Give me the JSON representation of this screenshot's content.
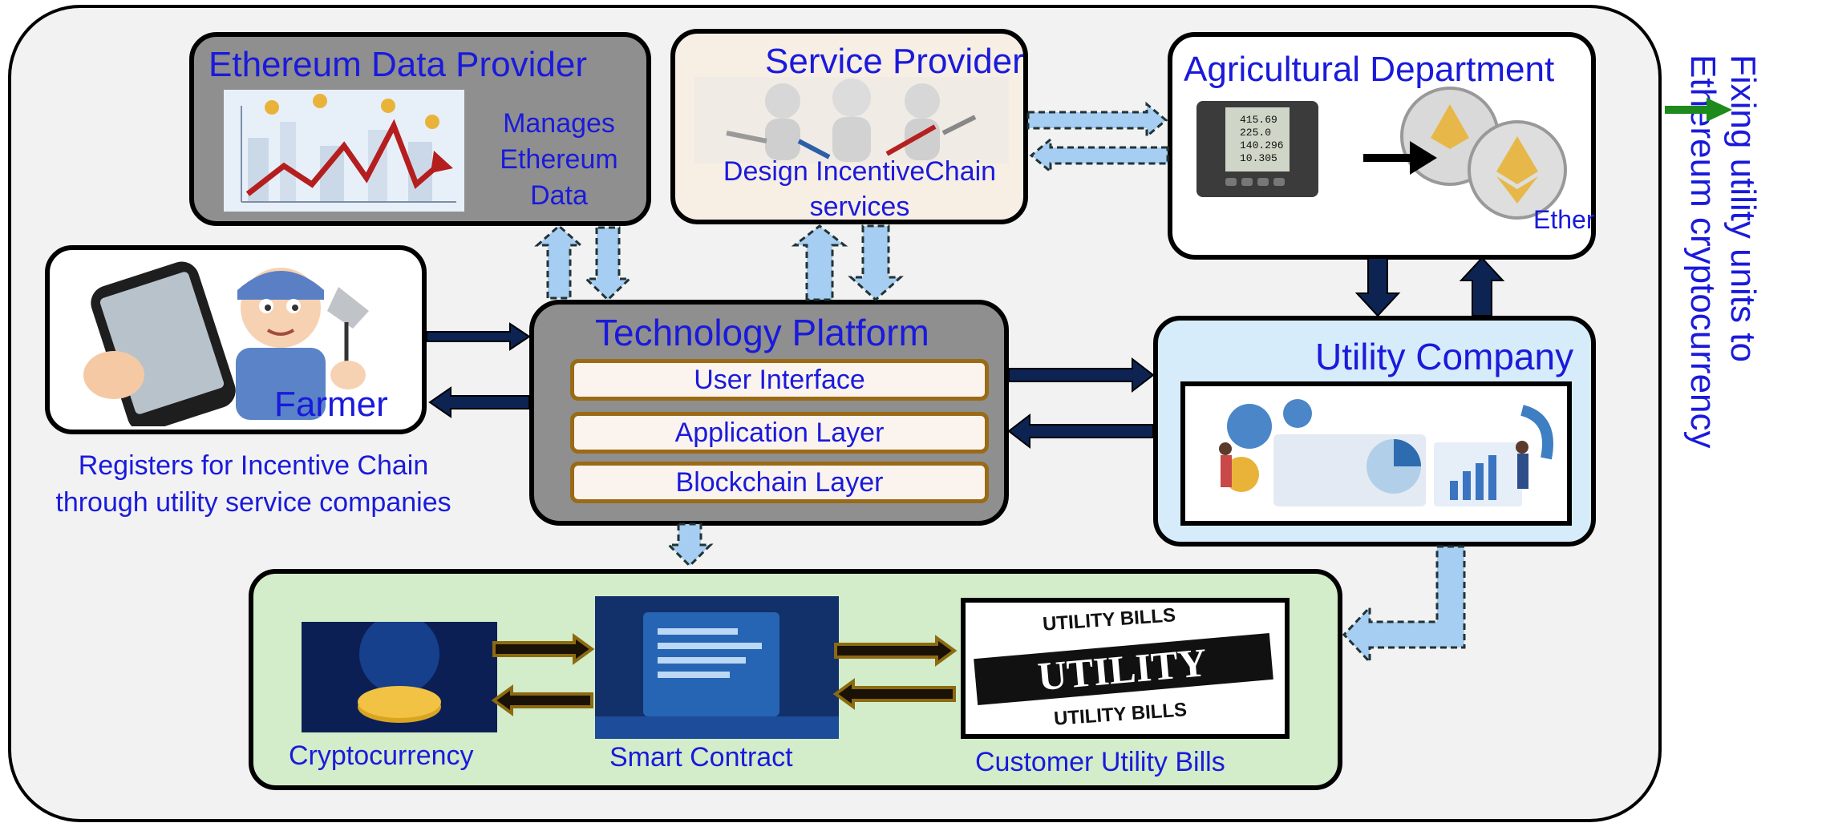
{
  "ethereum_data_provider": {
    "title": "Ethereum Data Provider",
    "description": "Manages\nEthereum\nData"
  },
  "service_provider": {
    "title": "Service Provider",
    "description": "Design IncentiveChain\nservices"
  },
  "agricultural_department": {
    "title": "Agricultural Department",
    "ether_label": "Ether"
  },
  "farmer": {
    "title": "Farmer",
    "description": "Registers for Incentive Chain\nthrough utility service companies"
  },
  "technology_platform": {
    "title": "Technology Platform",
    "layers": [
      "User Interface",
      "Application Layer",
      "Blockchain Layer"
    ]
  },
  "utility_company": {
    "title": "Utility Company"
  },
  "bottom": {
    "cryptocurrency": "Cryptocurrency",
    "smart_contract": "Smart Contract",
    "customer_bills": "Customer Utility Bills",
    "bills_stamp_top": "UTILITY BILLS",
    "bills_stamp_main": "UTILITY BILLS",
    "bills_stamp_bottom": "UTILITY BILLS"
  },
  "side_note": "Fixing utility units to\nEthereum cryptocurrency",
  "meter_readings": [
    "415.69",
    "225.0",
    "140.296",
    "10.305"
  ],
  "colors": {
    "text_blue": "#1a1adb",
    "platform_gray": "#8f8f8f",
    "utility_blue": "#d6ecfa",
    "bottom_green": "#d3ecc9",
    "arrow_navy": "#0d2352",
    "arrow_light": "#a6cdf2",
    "arrow_gold": "#8c6a10",
    "side_arrow": "#1c8a1c"
  }
}
